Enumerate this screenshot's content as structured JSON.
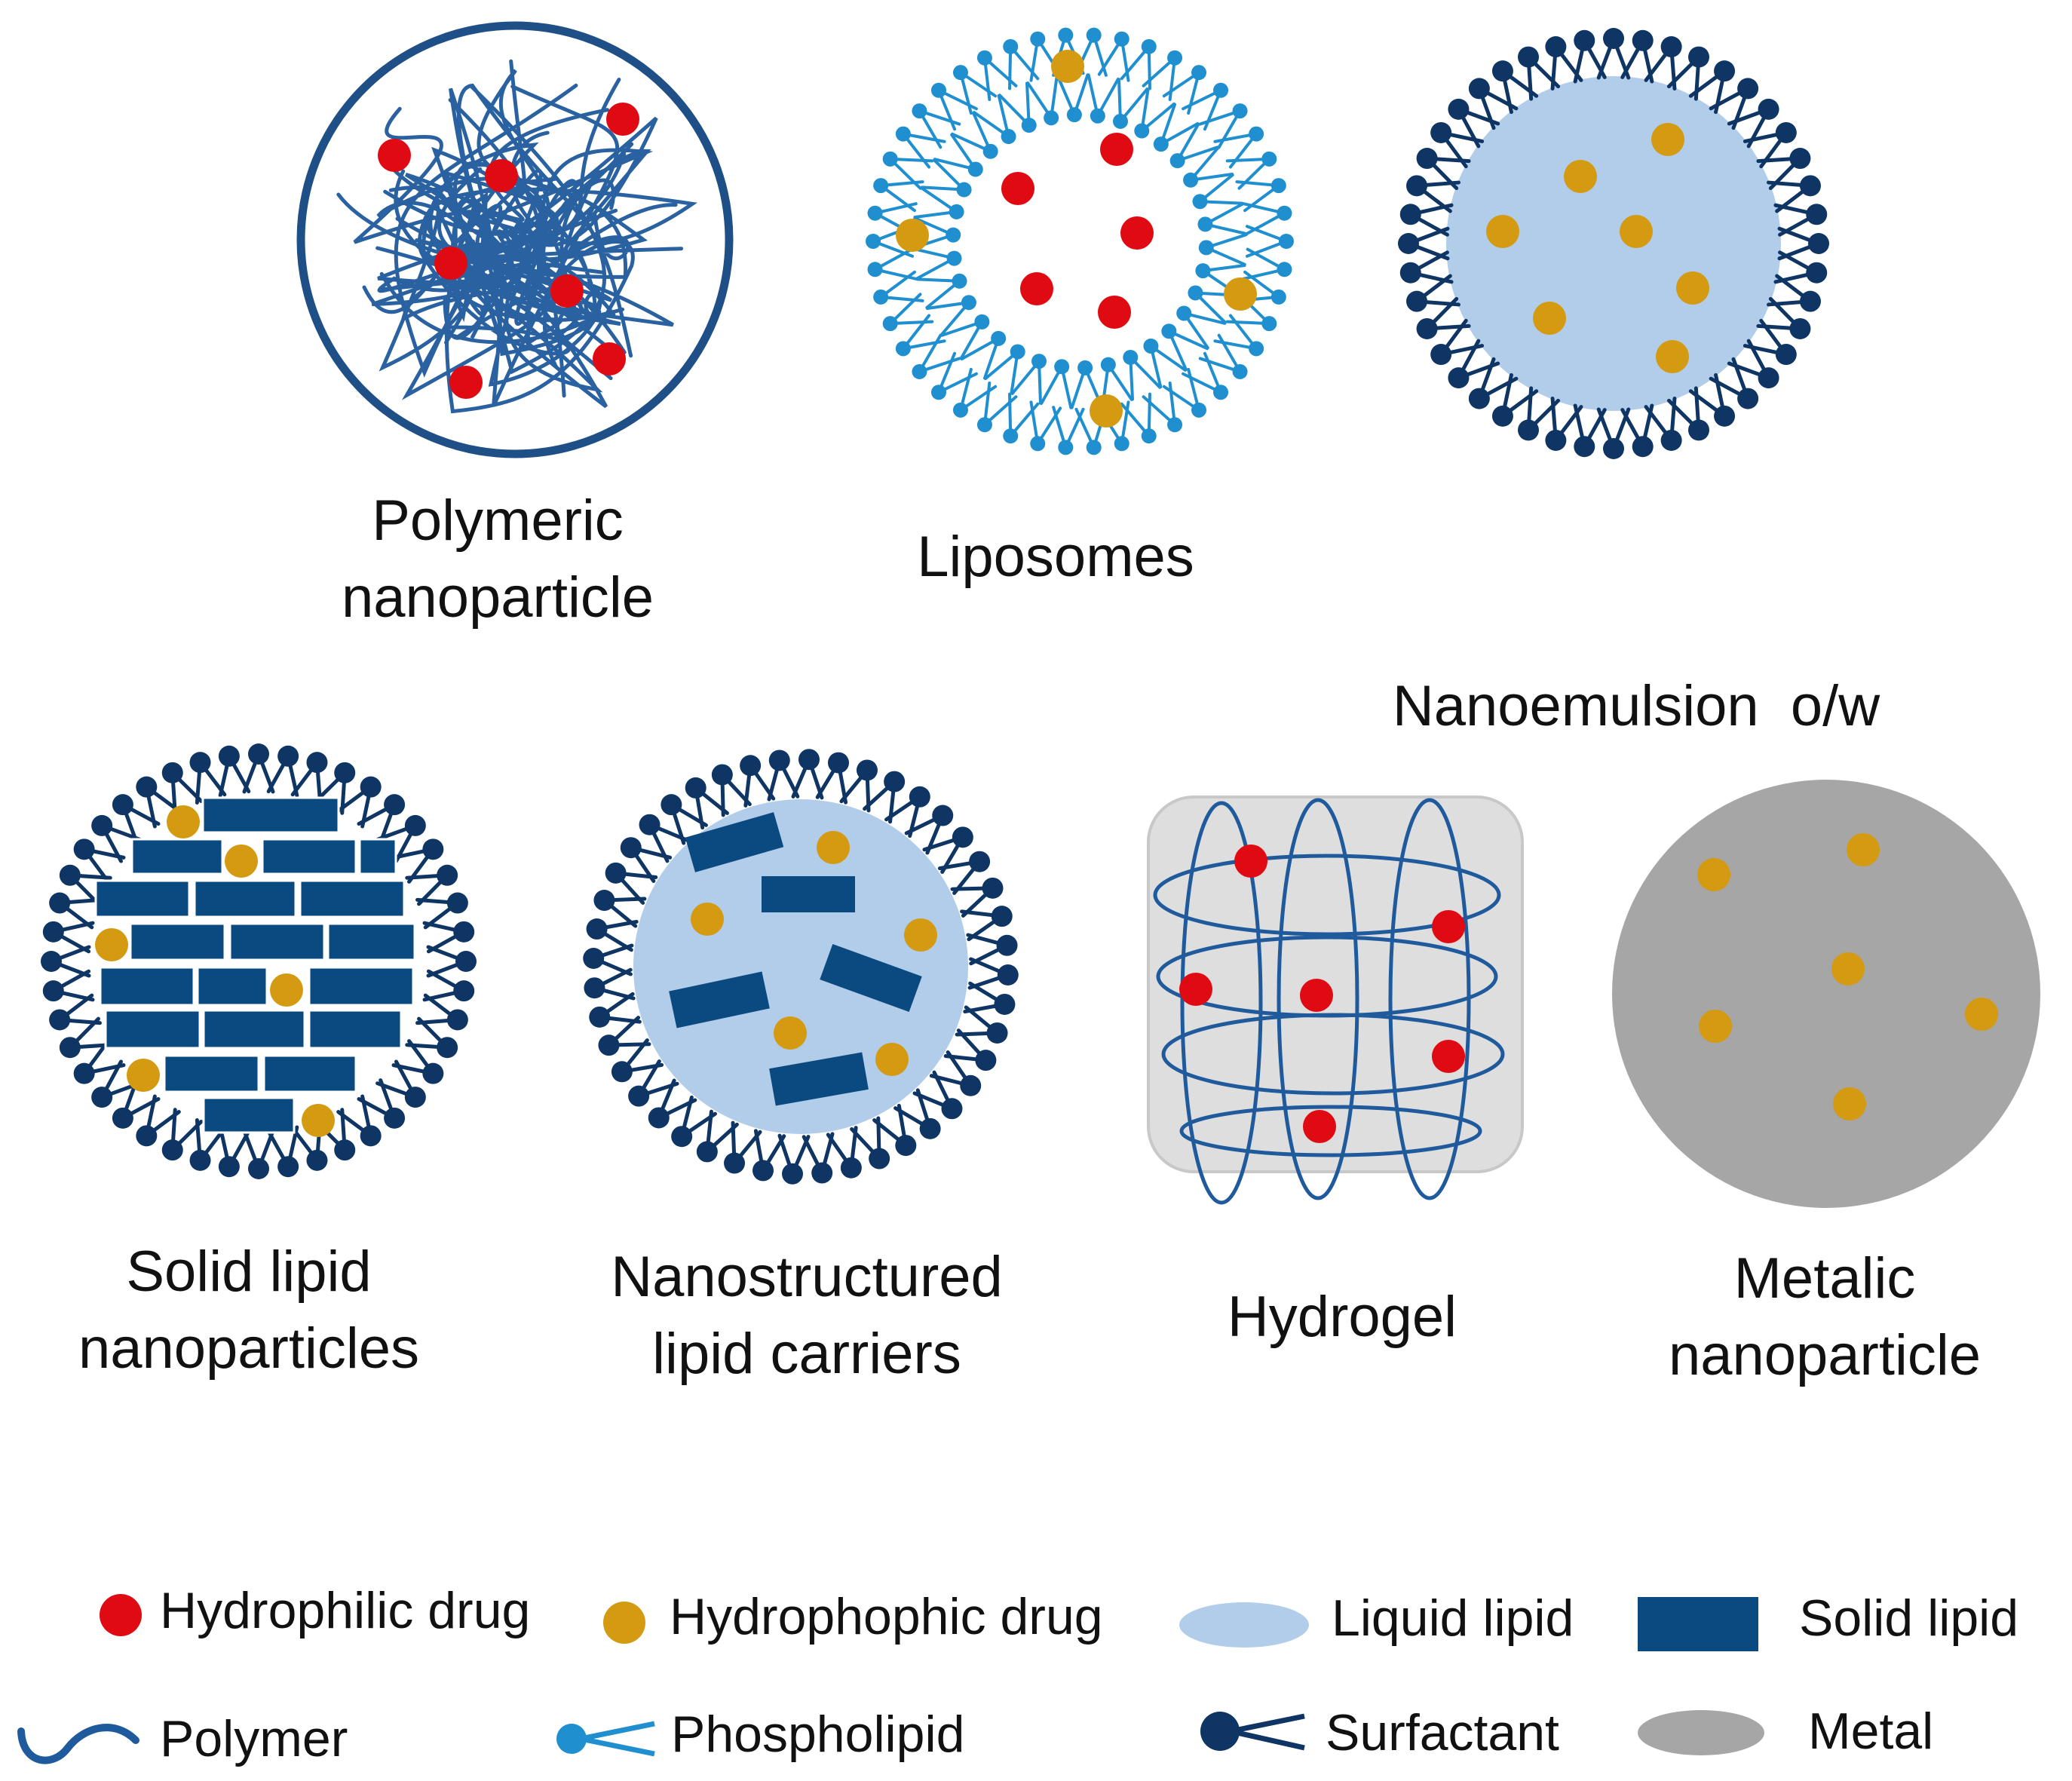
{
  "colors": {
    "hydrophilic_drug": "#e00a12",
    "hydrophobic_drug": "#d39a12",
    "polymer": "#1f5a9c",
    "polymer_outline": "#1e4f86",
    "phospholipid": "#1f8fd0",
    "surfactant": "#0e3563",
    "liquid_lipid": "#b2cdea",
    "solid_lipid": "#0b4a80",
    "metal": "#a6a6a6",
    "hydrogel_box": "#dedede"
  },
  "structures": [
    {
      "id": "polymeric",
      "lines": [
        "Polymeric",
        "nanoparticle"
      ]
    },
    {
      "id": "liposomes",
      "lines": [
        "Liposomes"
      ]
    },
    {
      "id": "nanoemulsion",
      "lines": [
        "Nanoemulsion  o/w"
      ]
    },
    {
      "id": "sln",
      "lines": [
        "Solid lipid",
        "nanoparticles"
      ]
    },
    {
      "id": "nlc",
      "lines": [
        "Nanostructured",
        "lipid carriers"
      ]
    },
    {
      "id": "hydrogel",
      "lines": [
        "Hydrogel"
      ]
    },
    {
      "id": "metalic",
      "lines": [
        "Metalic",
        "nanoparticle"
      ]
    }
  ],
  "legend": [
    {
      "id": "hydrophilic",
      "icon": "red-dot-icon",
      "label": "Hydrophilic drug"
    },
    {
      "id": "hydrophobic",
      "icon": "gold-dot-icon",
      "label": "Hydrophophic drug"
    },
    {
      "id": "liquid-lipid",
      "icon": "light-blue-ellipse-icon",
      "label": "Liquid lipid"
    },
    {
      "id": "solid-lipid",
      "icon": "dark-blue-rectangle-icon",
      "label": "Solid lipid"
    },
    {
      "id": "polymer",
      "icon": "wavy-line-icon",
      "label": "Polymer"
    },
    {
      "id": "phospholipid",
      "icon": "phospholipid-icon",
      "label": "Phospholipid"
    },
    {
      "id": "surfactant",
      "icon": "surfactant-icon",
      "label": "Surfactant"
    },
    {
      "id": "metal",
      "icon": "grey-ellipse-icon",
      "label": "Metal"
    }
  ]
}
